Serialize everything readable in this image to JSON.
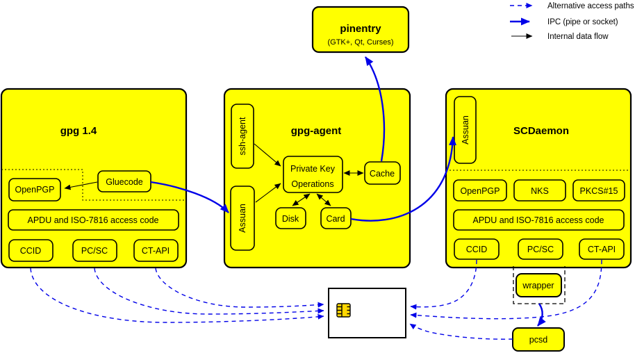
{
  "colors": {
    "node_fill": "#FFFF00",
    "border": "#000000",
    "ipc_blue": "#0000E8",
    "background": "#FFFFFF",
    "chip_fill": "#FFD700",
    "card_fill": "#FFFFFF"
  },
  "legend": {
    "items": [
      {
        "label": "Alternative access paths",
        "style": "dashed-blue-arrow"
      },
      {
        "label": "IPC (pipe or socket)",
        "style": "solid-blue-thick-arrow"
      },
      {
        "label": "Internal data flow",
        "style": "solid-black-arrow"
      }
    ]
  },
  "pinentry": {
    "title": "pinentry",
    "subtitle": "(GTK+, Qt, Curses)"
  },
  "gpg14": {
    "title": "gpg 1.4",
    "openpgp": "OpenPGP",
    "gluecode": "Gluecode",
    "apdu": "APDU and ISO-7816 access code",
    "ccid": "CCID",
    "pcsc": "PC/SC",
    "ctapi": "CT-API"
  },
  "gpg_agent": {
    "title": "gpg-agent",
    "ssh_agent": "ssh-agent",
    "assuan": "Assuan",
    "pko_line1": "Private Key",
    "pko_line2": "Operations",
    "cache": "Cache",
    "disk": "Disk",
    "card": "Card"
  },
  "scdaemon": {
    "title": "SCDaemon",
    "assuan": "Assuan",
    "openpgp": "OpenPGP",
    "nks": "NKS",
    "pkcs15": "PKCS#15",
    "apdu": "APDU and ISO-7816 access code",
    "ccid": "CCID",
    "pcsc": "PC/SC",
    "ctapi": "CT-API"
  },
  "bottom": {
    "wrapper": "wrapper",
    "pcsd": "pcsd"
  }
}
